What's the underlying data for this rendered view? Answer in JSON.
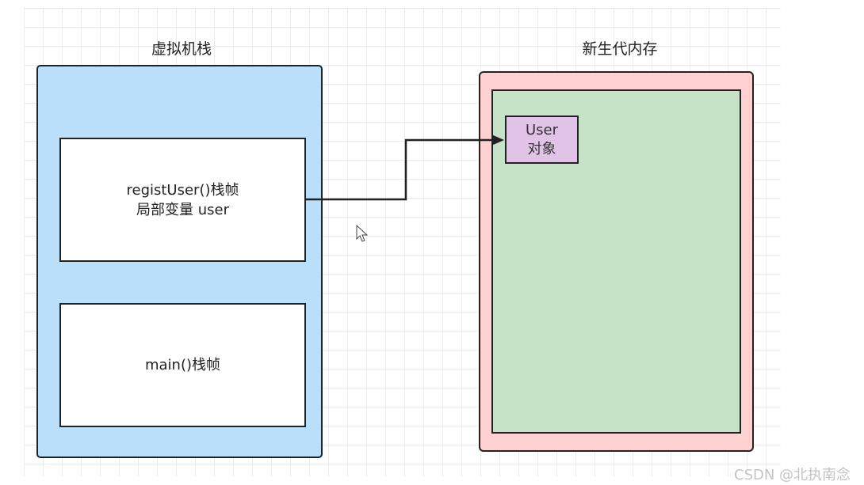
{
  "stack": {
    "title": "虚拟机栈",
    "frames": [
      {
        "line1": "registUser()栈帧",
        "line2": "局部变量 user"
      },
      {
        "line1": "main()栈帧"
      }
    ]
  },
  "heap": {
    "title": "新生代内存",
    "object": {
      "line1": "User",
      "line2": "对象"
    }
  },
  "colors": {
    "stack": "#b9dffa",
    "heap_outer": "#ffd1d1",
    "heap_inner": "#c6e2c7",
    "object": "#e1c3e8"
  },
  "watermark": "CSDN @北执南念"
}
